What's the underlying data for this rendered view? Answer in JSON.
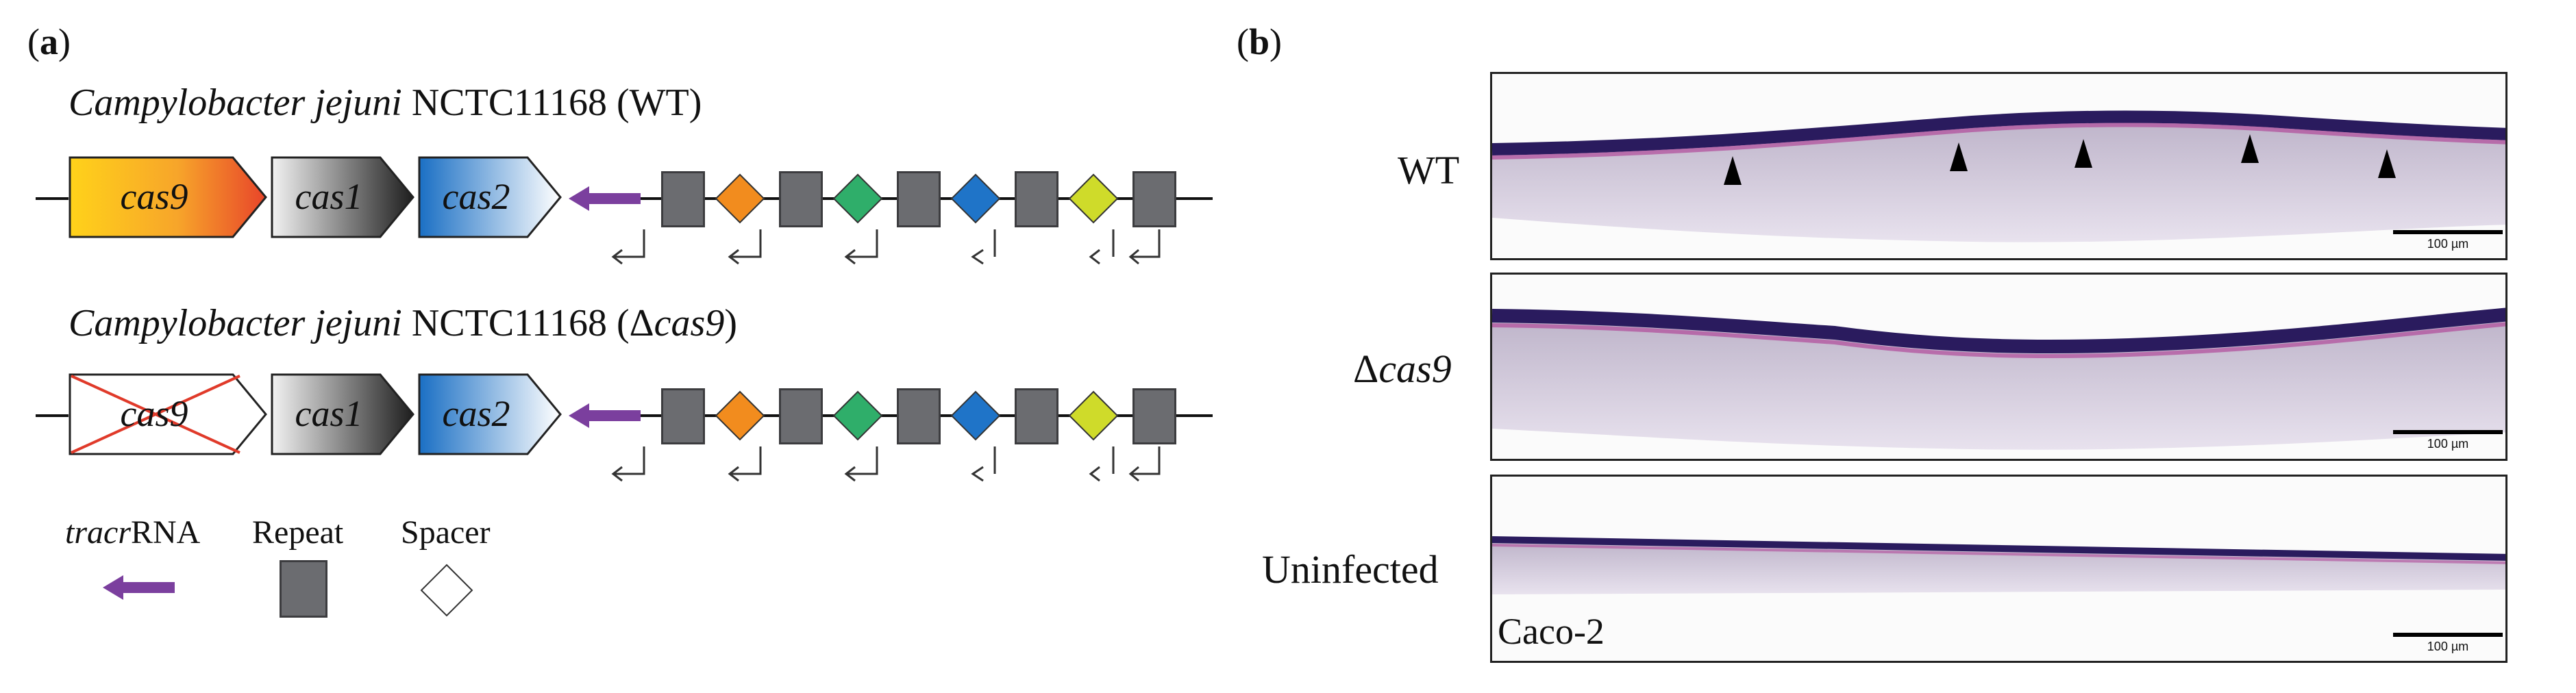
{
  "panel_a": {
    "label_paren_open": "(",
    "label_letter": "a",
    "label_paren_close": ")",
    "wt_title": {
      "species": "Campylobacter jejuni",
      "strain": "NCTC11168 (WT)"
    },
    "mutant_title": {
      "species": "Campylobacter jejuni",
      "strain_prefix": "NCTC11168 (Δ",
      "strain_gene": "cas9",
      "strain_suffix": ")"
    },
    "genes": [
      "cas9",
      "cas1",
      "cas2"
    ],
    "spacer_colors": [
      "#f28c1e",
      "#2fae6a",
      "#1f74c8",
      "#cfdb2a"
    ],
    "repeat_color": "#6b6c70",
    "tracr_color": "#7b3f9e",
    "legend": {
      "tracr_italic": "tracr",
      "tracr_rest": "RNA",
      "repeat": "Repeat",
      "spacer": "Spacer"
    }
  },
  "panel_b": {
    "label_paren_open": "(",
    "label_letter": "b",
    "label_paren_close": ")",
    "rows": [
      {
        "label": "WT",
        "scale": "100 µm"
      },
      {
        "label_prefix": "Δ",
        "label_italic": "cas9",
        "scale": "100 µm"
      },
      {
        "label": "Uninfected",
        "scale": "100 µm",
        "inset": "Caco-2"
      }
    ]
  }
}
